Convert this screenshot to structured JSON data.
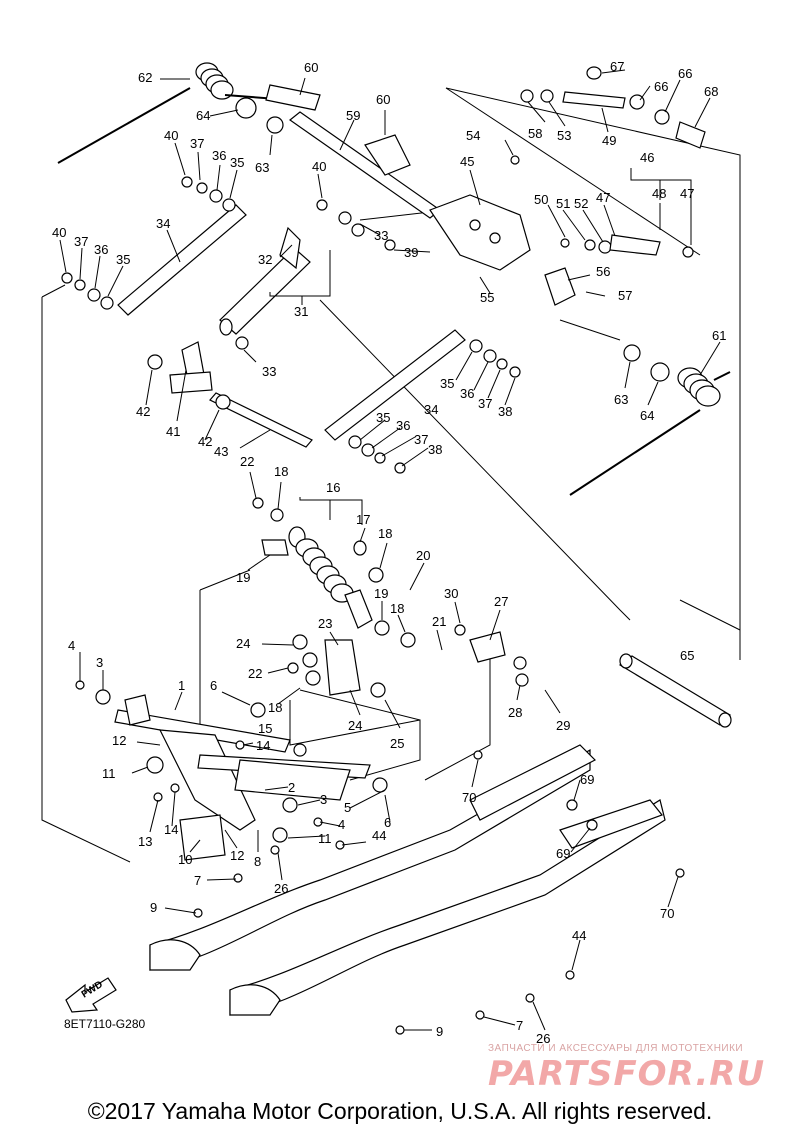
{
  "diagram": {
    "code": "8ET7110-G280",
    "fwd_label": "FWD",
    "copyright": "©2017 Yamaha Motor Corporation, U.S.A. All rights reserved.",
    "watermark_tagline": "ЗАПЧАСТИ И АКСЕССУАРЫ ДЛЯ МОТОТЕХНИКИ",
    "watermark_brand": "PARTSFOR.RU"
  },
  "callouts": [
    "62",
    "60",
    "60",
    "64",
    "59",
    "63",
    "40",
    "37",
    "36",
    "35",
    "40",
    "34",
    "33",
    "39",
    "32",
    "31",
    "40",
    "37",
    "36",
    "35",
    "33",
    "42",
    "41",
    "43",
    "42",
    "35",
    "34",
    "36",
    "37",
    "38",
    "35",
    "36",
    "37",
    "38",
    "54",
    "45",
    "55",
    "50",
    "51",
    "52",
    "47",
    "46",
    "48",
    "47",
    "56",
    "57",
    "67",
    "66",
    "66",
    "68",
    "58",
    "53",
    "49",
    "61",
    "63",
    "64",
    "22",
    "18",
    "16",
    "17",
    "18",
    "20",
    "19",
    "19",
    "18",
    "21",
    "30",
    "27",
    "23",
    "24",
    "22",
    "18",
    "24",
    "25",
    "28",
    "29",
    "65",
    "4",
    "3",
    "1",
    "6",
    "12",
    "14",
    "15",
    "11",
    "2",
    "3",
    "4",
    "5",
    "6",
    "13",
    "14",
    "12",
    "10",
    "8",
    "11",
    "44",
    "26",
    "7",
    "9",
    "70",
    "69",
    "69",
    "70",
    "44",
    "9",
    "7",
    "26"
  ]
}
